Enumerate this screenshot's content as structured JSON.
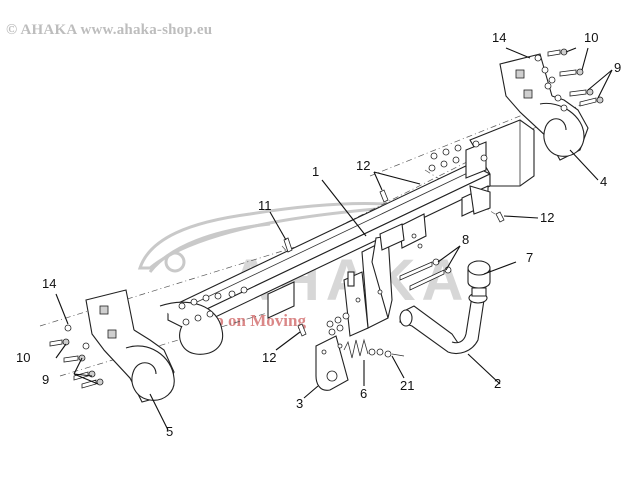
{
  "watermark": "© AHAKA www.ahaka-shop.eu",
  "logo": {
    "brand": "AHAKA",
    "tagline": "Keep on Moving"
  },
  "callouts": [
    "1",
    "2",
    "3",
    "4",
    "5",
    "6",
    "7",
    "8",
    "9",
    "10",
    "12",
    "14",
    "21"
  ],
  "labels": {
    "p1": "1",
    "p2": "2",
    "p3": "3",
    "p4": "4",
    "p5": "5",
    "p6": "6",
    "p7": "7",
    "p8": "8",
    "p9_right": "9",
    "p9_left": "9",
    "p10_right": "10",
    "p10_left": "10",
    "p11": "11",
    "p12_top": "12",
    "p12_right": "12",
    "p12_bottom": "12",
    "p14_right": "14",
    "p14_left": "14",
    "p21": "21"
  },
  "colors": {
    "ink": "#111111",
    "watermark": "#bdbdbd",
    "logo": "#c9c9c9",
    "logo_accent": "#d26a6a"
  }
}
